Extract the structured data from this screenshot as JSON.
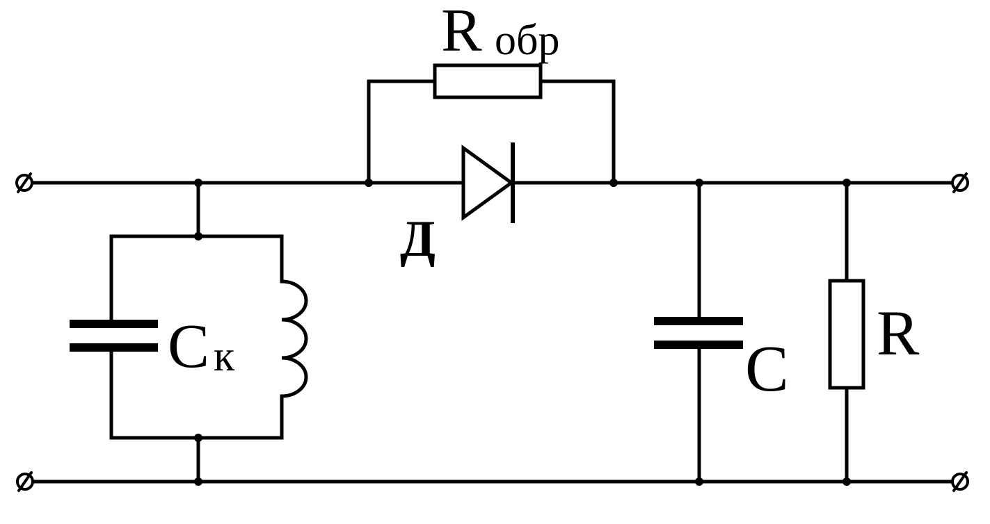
{
  "labels": {
    "r_obr_main": "R",
    "r_obr_sub": "обр",
    "diode": "Д",
    "ck_main": "C",
    "ck_sub": "к",
    "c": "C",
    "r": "R"
  },
  "colors": {
    "ink": "#000000",
    "background": "#ffffff"
  }
}
